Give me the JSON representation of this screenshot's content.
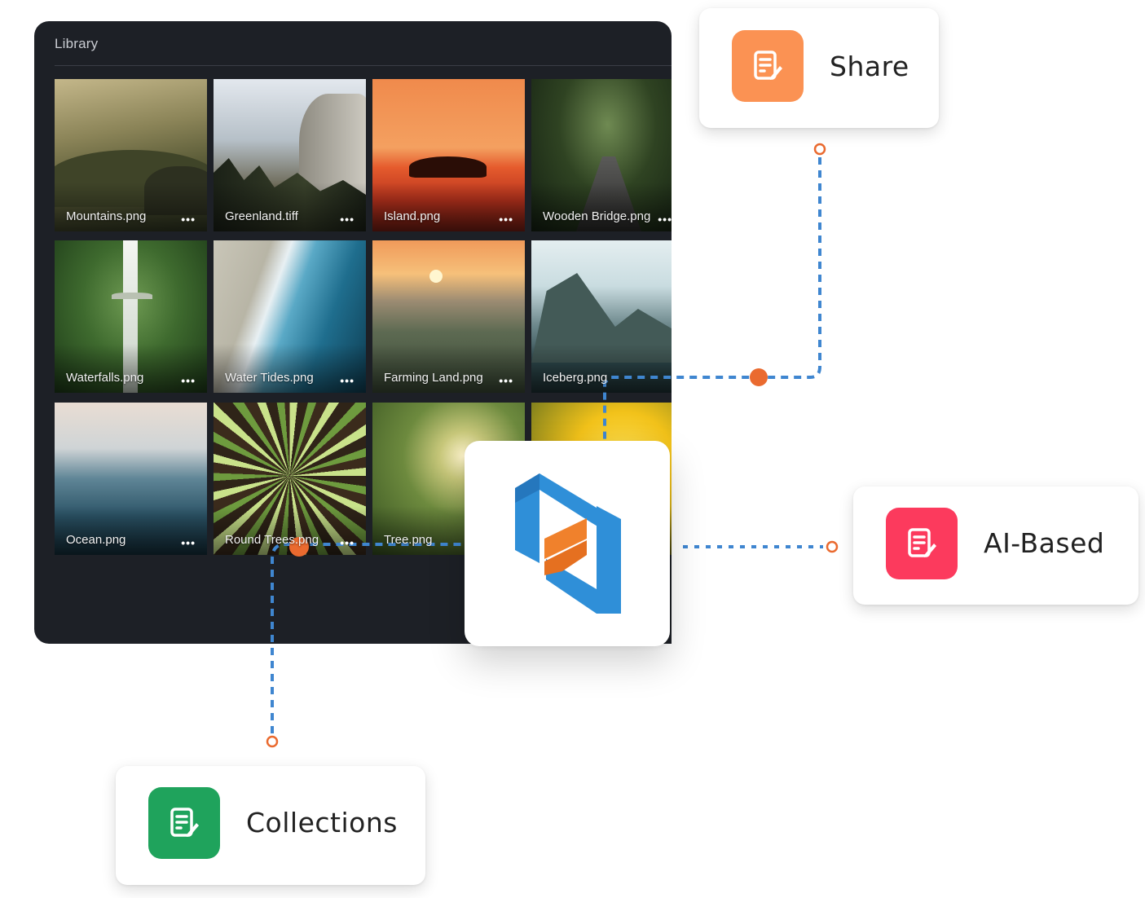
{
  "library": {
    "title": "Library",
    "more_glyph": "•••",
    "items": [
      {
        "name": "Mountains.png"
      },
      {
        "name": "Greenland.tiff"
      },
      {
        "name": "Island.png"
      },
      {
        "name": "Wooden Bridge.png"
      },
      {
        "name": "Waterfalls.png"
      },
      {
        "name": "Water Tides.png"
      },
      {
        "name": "Farming Land.png"
      },
      {
        "name": "Iceberg.png"
      },
      {
        "name": "Ocean.png"
      },
      {
        "name": "Round Trees.png"
      },
      {
        "name": "Tree.png"
      },
      {
        "name": ""
      }
    ]
  },
  "cards": {
    "share": {
      "label": "Share",
      "icon": "document-edit-icon",
      "color": "#fb9253"
    },
    "ai": {
      "label": "AI-Based",
      "icon": "document-edit-icon",
      "color": "#fc3a5d"
    },
    "collections": {
      "label": "Collections",
      "icon": "document-edit-icon",
      "color": "#1fa35c"
    }
  },
  "logo": {
    "icon": "brand-logo-icon",
    "colors": {
      "blue": "#2f8fd8",
      "orange": "#f0812c"
    }
  },
  "connector_colors": {
    "line": "#3f86d0",
    "dot": "#ea6a2f"
  }
}
